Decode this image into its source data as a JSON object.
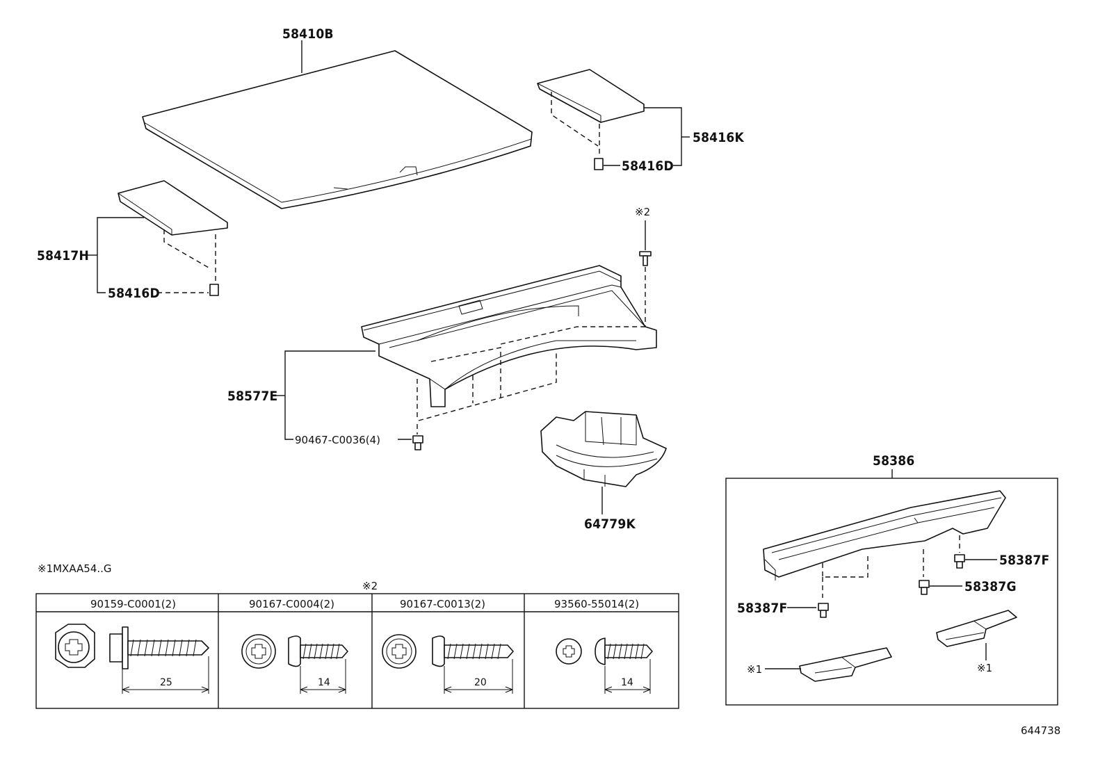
{
  "labels": {
    "p58410B": "58410B",
    "p58416K": "58416K",
    "p58416D_top": "58416D",
    "p58417H": "58417H",
    "p58416D_left": "58416D",
    "note2_top": "※2",
    "p58577E": "58577E",
    "p90467": "90467-C0036(4)",
    "p64779K": "64779K",
    "p58386": "58386",
    "p58387F_right": "58387F",
    "p58387G": "58387G",
    "p58387F_left": "58387F",
    "note1_left": "※1",
    "note1_right": "※1",
    "footnote1": "※1MXAA54..G",
    "table_note2": "※2",
    "diagram_id": "644738"
  },
  "fastener_table": {
    "headers": [
      "90159-C0001(2)",
      "90167-C0004(2)",
      "90167-C0013(2)",
      "93560-55014(2)"
    ],
    "lengths": [
      "25",
      "14",
      "20",
      "14"
    ]
  }
}
